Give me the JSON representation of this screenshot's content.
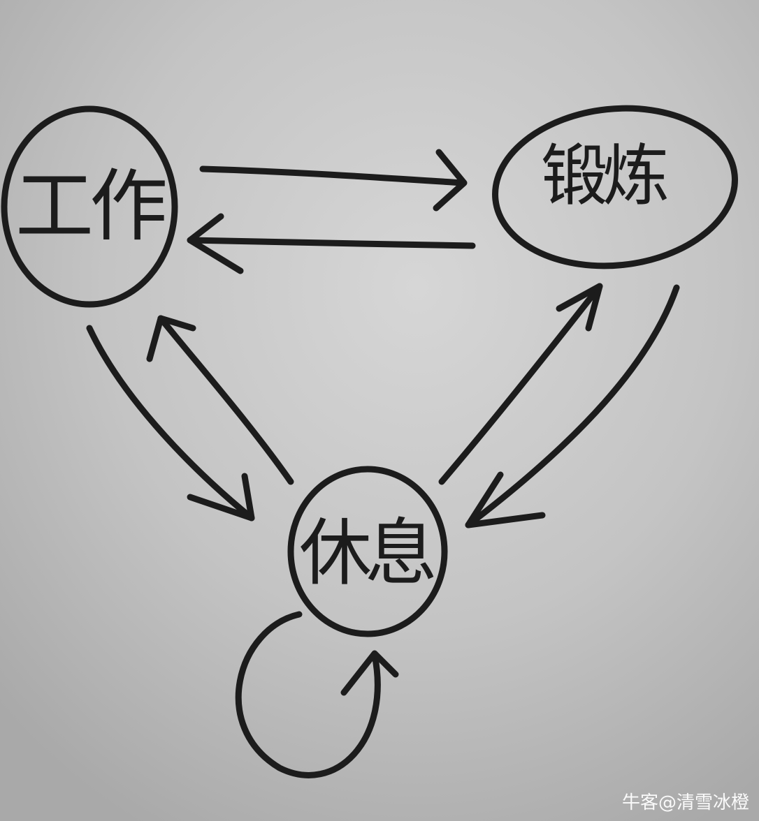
{
  "diagram": {
    "nodes": [
      {
        "id": "work",
        "label": "工作"
      },
      {
        "id": "exercise",
        "label": "锻炼"
      },
      {
        "id": "rest",
        "label": "休息"
      }
    ],
    "edges": [
      {
        "from": "work",
        "to": "exercise"
      },
      {
        "from": "exercise",
        "to": "work"
      },
      {
        "from": "work",
        "to": "rest"
      },
      {
        "from": "rest",
        "to": "work"
      },
      {
        "from": "rest",
        "to": "exercise"
      },
      {
        "from": "exercise",
        "to": "rest"
      },
      {
        "from": "rest",
        "to": "rest"
      }
    ]
  },
  "watermark": {
    "text": "牛客@清雪冰橙"
  },
  "colors": {
    "ink": "#1c1c1c",
    "paper": "#bdbdbd",
    "watermark": "#ffffff"
  }
}
